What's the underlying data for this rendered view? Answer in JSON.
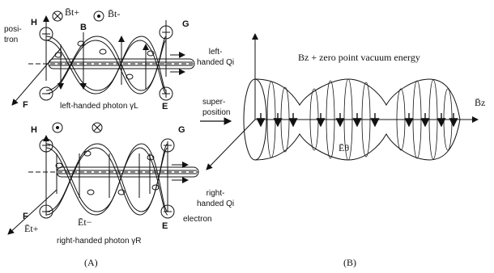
{
  "panel_a": {
    "caption": "(A)",
    "top": {
      "label_positron": "posi-\ntron",
      "label_bt_plus": "B̄t+",
      "label_bt_minus": "B̄t-",
      "label_h": "H",
      "label_b": "B",
      "label_g": "G",
      "label_f": "F",
      "label_e": "E",
      "label_qi": "left-\nhanded Qi",
      "label_photon": "left-handed photon γL"
    },
    "bottom": {
      "label_h": "H",
      "label_g": "G",
      "label_f": "F",
      "label_e": "E",
      "label_et_plus": "Ēt+",
      "label_et_minus": "Ēt−",
      "label_qi": "right-\nhanded Qi",
      "label_electron": "electron",
      "label_photon": "right-handed photon γR"
    }
  },
  "center": {
    "label_superposition": "super-\nposition"
  },
  "panel_b": {
    "caption": "(B)",
    "title": "Bz +  zero point vacuum energy",
    "label_bz": "B̄z",
    "label_e_theta": "Ēθ"
  }
}
